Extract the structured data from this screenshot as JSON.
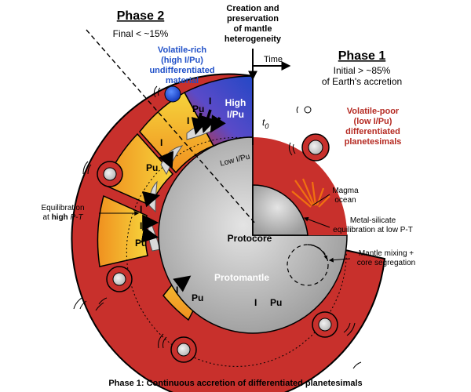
{
  "phase2": {
    "title": "Phase 2",
    "subtitle": "Final < ~15%"
  },
  "phase1": {
    "title": "Phase 1",
    "line1": "Initial > ~85%",
    "line2": "of Earth's accretion"
  },
  "creation_label": [
    "Creation and",
    "preservation",
    "of mantle",
    "heterogeneity"
  ],
  "time_label": "Time",
  "t0_label": "t",
  "t0_sub": "0",
  "volatile_rich": [
    "Volatile-rich",
    "(high I/Pu)",
    "undifferentiated",
    "material"
  ],
  "volatile_poor": [
    "Volatile-poor",
    "(low I/Pu)",
    "differentiated",
    "planetesimals"
  ],
  "high_ipu": [
    "High",
    "I/Pu"
  ],
  "low_ipu": "Low I/Pu",
  "element_I": "I",
  "element_Pu": "Pu",
  "protocore": "Protocore",
  "protomantle": "Protomantle",
  "magma_ocean": [
    "Magma",
    "ocean"
  ],
  "metal_silicate": [
    "Metal-silicate",
    "equilibration at low P-T"
  ],
  "mantle_mixing": [
    "Mantle mixing +",
    "core segregation"
  ],
  "equilibration": {
    "line1": "Equilibration",
    "line2_prefix": "at ",
    "line2_bold": "high",
    "line2_italic": "P-T"
  },
  "caption": "Phase 1: Continuous accretion of differentiated planetesimals",
  "colors": {
    "mantle_red": "#c8302c",
    "core_gray": "#c2c2c2",
    "high_blue": "#2a4fc8",
    "volatile_rich_blue": "#2050c8",
    "volatile_poor_red": "#b52a22",
    "yellow": "#f6d23a",
    "orange": "#f08a20"
  }
}
